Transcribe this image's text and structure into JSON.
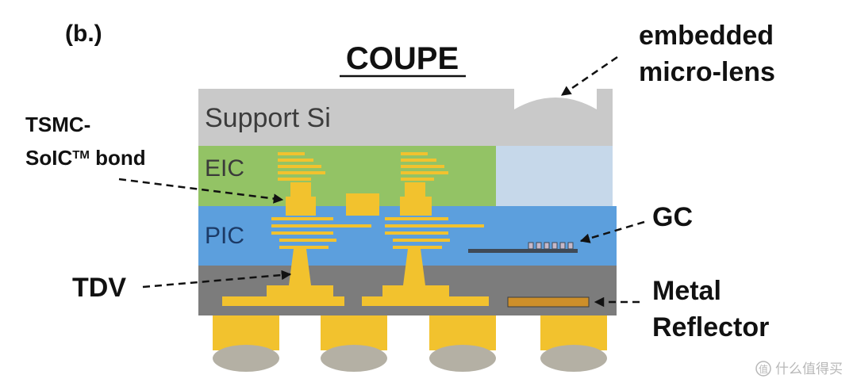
{
  "figure": {
    "panel_label": "(b.)",
    "title": "COUPE"
  },
  "layers": {
    "support": "Support Si",
    "eic": "EIC",
    "pic": "PIC"
  },
  "callouts": {
    "micro_lens_line1": "embedded",
    "micro_lens_line2": "micro-lens",
    "bond_line1": "TSMC-",
    "bond_line2_main": "SoIC",
    "bond_line2_tm": "TM",
    "bond_line2_rest": " bond",
    "gc": "GC",
    "tdv": "TDV",
    "reflector_line1": "Metal",
    "reflector_line2": "Reflector"
  },
  "watermark": {
    "icon": "zhi-icon",
    "text": "什么值得买"
  },
  "colors": {
    "support_si": "#c9c9c9",
    "eic": "#93c365",
    "eic_window": "#c6d8ea",
    "pic": "#5c9fdd",
    "substrate": "#7c7c7c",
    "metal": "#f2c22e",
    "bump_cap": "#b4b0a4",
    "reflector": "#cd8f2a",
    "grating": "#3f4a57"
  }
}
